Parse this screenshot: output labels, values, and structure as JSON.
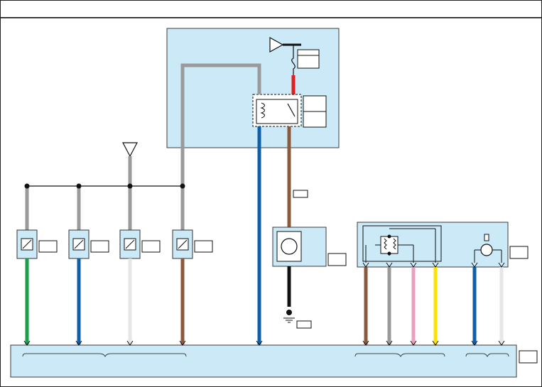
{
  "diagram": {
    "title": "",
    "colors": {
      "box_fill": "#cce9f7",
      "box_stroke": "#3b3b3b",
      "green": "#1aa04a",
      "blue": "#1060a8",
      "white": "#e6e6e6",
      "brown": "#8b5a3c",
      "gray": "#9a9a9a",
      "pink": "#e8a0c0",
      "yellow": "#ffe000",
      "red": "#e02020",
      "black": "#111111"
    },
    "wires": {
      "sensor_feed": "gray",
      "sensor_outputs": [
        "green",
        "blue",
        "white",
        "brown"
      ],
      "relay_supply": "red",
      "relay_left_out": "blue",
      "relay_right_out": "brown",
      "motor_ground": "black",
      "actuator_left": [
        "brown",
        "gray",
        "pink",
        "yellow"
      ],
      "actuator_right": [
        "blue",
        "white"
      ]
    },
    "components": {
      "temperature_sensors": 4,
      "relay_module": 1,
      "blower_motor": 1,
      "actuator_unit": 1,
      "control_module_bar": 1
    }
  }
}
